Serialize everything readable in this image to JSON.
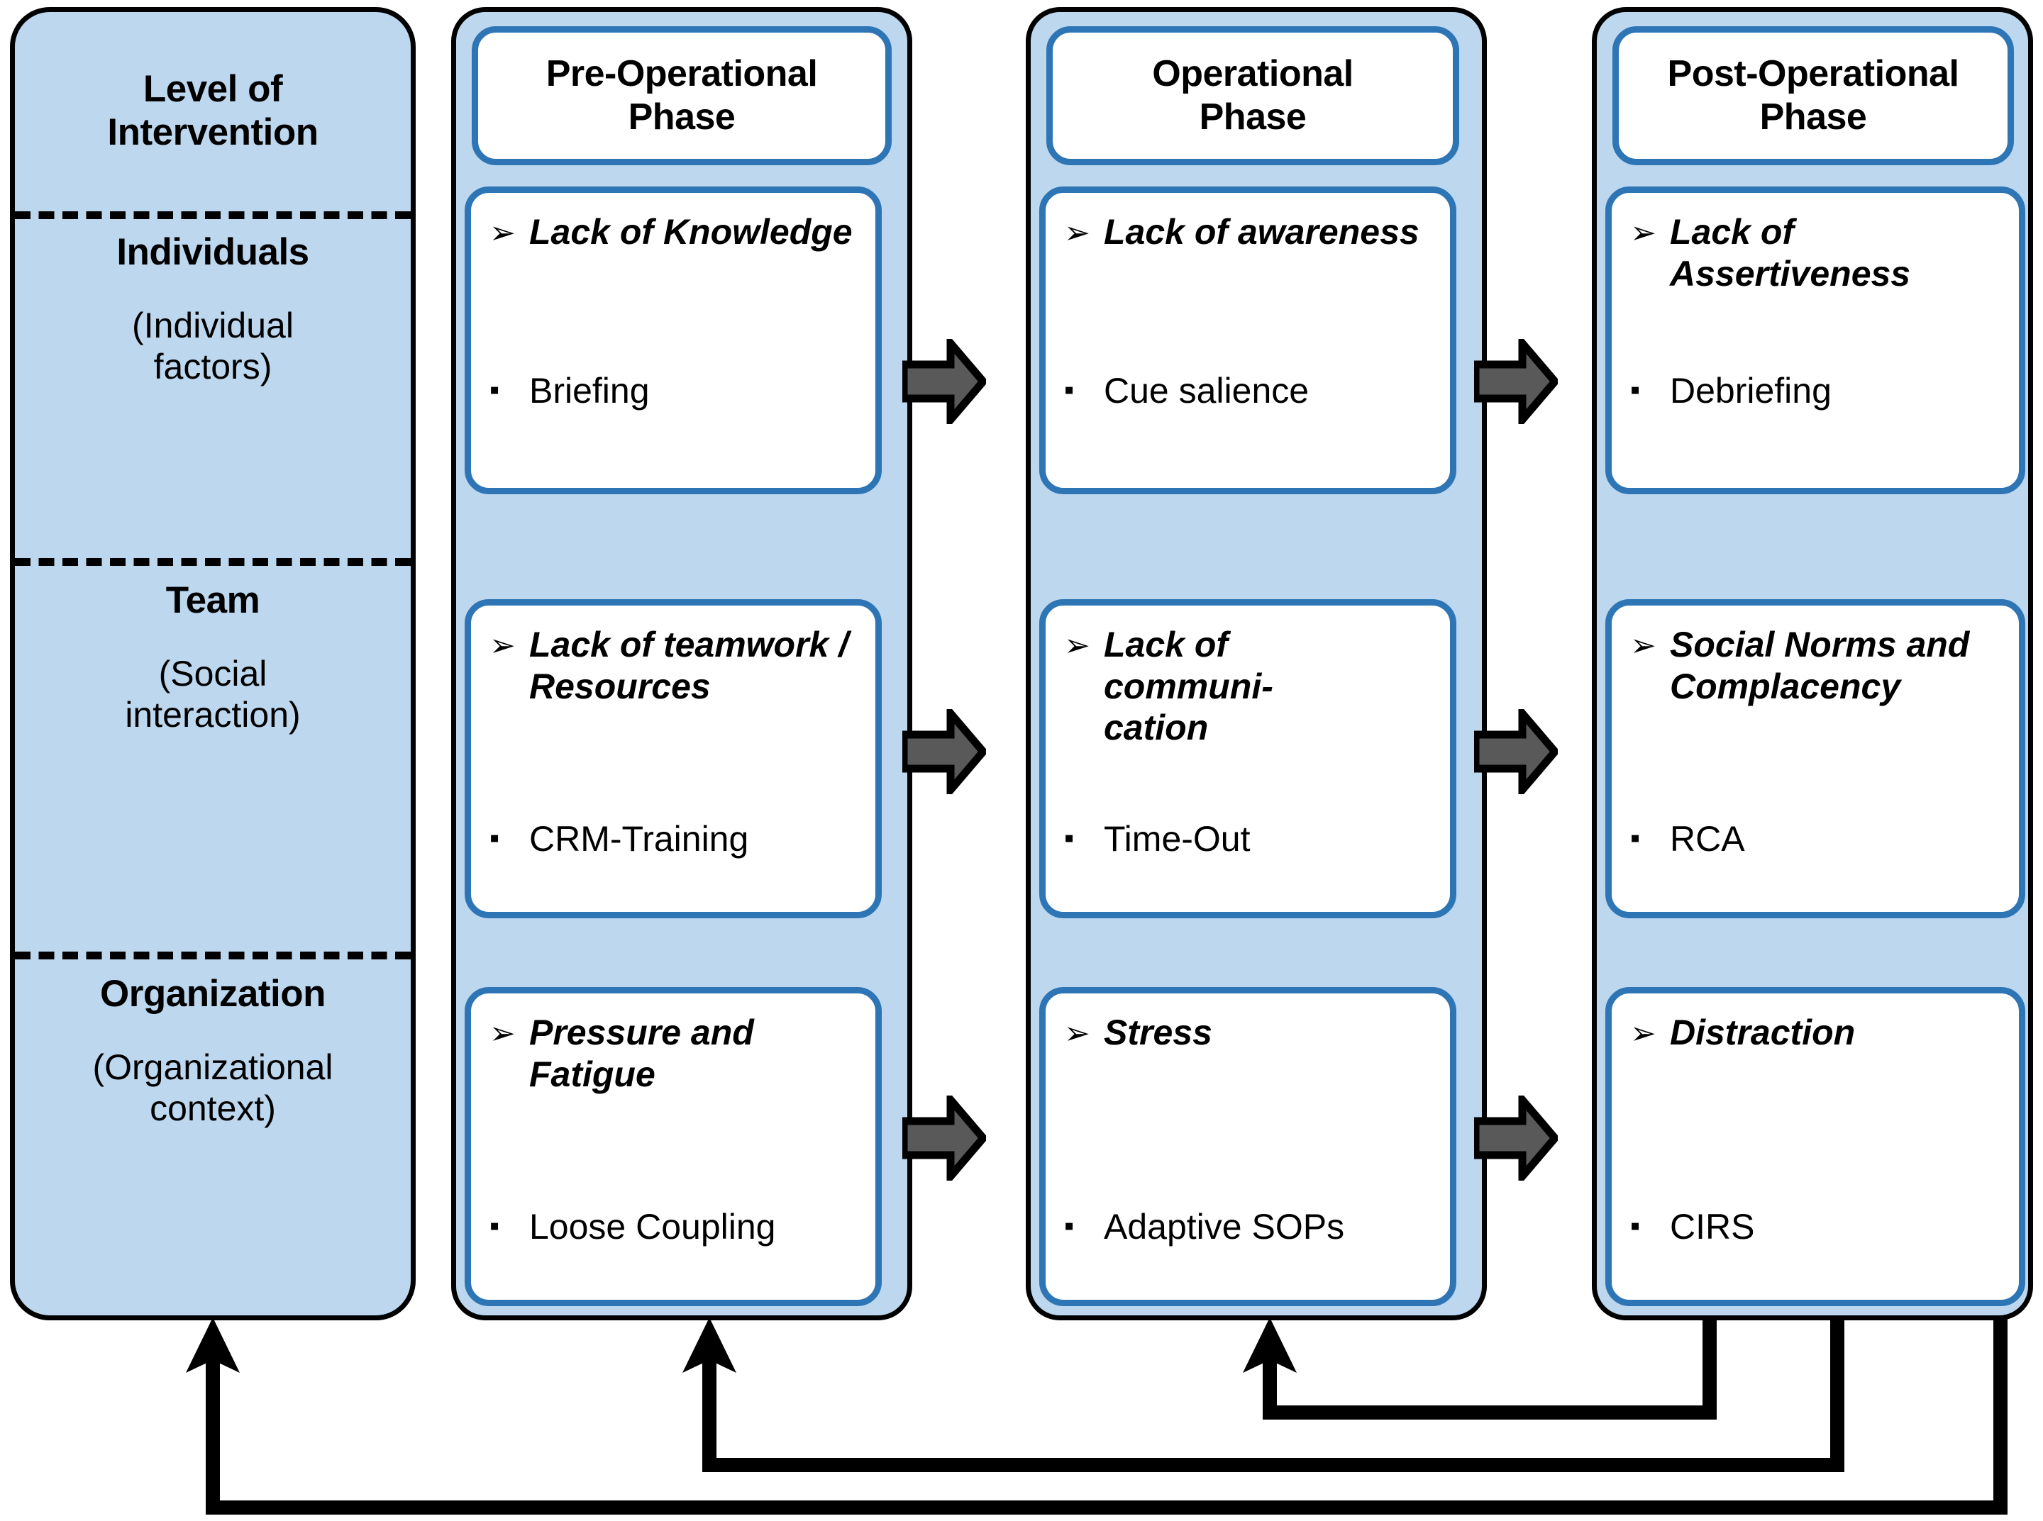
{
  "diagram": {
    "title": "Level of Intervention across Operational Phases",
    "colors": {
      "lane_fill": "#BDD7EE",
      "lane_border": "#000000",
      "card_border": "#2E75B6",
      "card_fill": "#FFFFFF",
      "arrow_fill": "#595959",
      "arrow_outline": "#000000",
      "feedback_line": "#000000"
    },
    "icons": {
      "issue_bullet": "➢",
      "measure_bullet": "▪"
    }
  },
  "levels": {
    "header": "Level of\nIntervention",
    "header_line1": "Level of",
    "header_line2": "Intervention",
    "rows": [
      {
        "title": "Individuals",
        "subtitle": "(Individual\nfactors)",
        "subtitle_line1": "(Individual",
        "subtitle_line2": "factors)"
      },
      {
        "title": "Team",
        "subtitle": "(Social\ninteraction)",
        "subtitle_line1": "(Social",
        "subtitle_line2": "interaction)"
      },
      {
        "title": "Organization",
        "subtitle": "(Organizational\ncontext)",
        "subtitle_line1": "(Organizational",
        "subtitle_line2": "context)"
      }
    ]
  },
  "phases": [
    {
      "id": "pre-operational",
      "header": "Pre-Operational\nPhase",
      "header_line1": "Pre-Operational",
      "header_line2": "Phase",
      "cards": [
        {
          "level": "Individuals",
          "issue": "Lack of Knowledge",
          "measure": "Briefing"
        },
        {
          "level": "Team",
          "issue": "Lack of teamwork / Resources",
          "measure": "CRM-Training"
        },
        {
          "level": "Organization",
          "issue": "Pressure and Fatigue",
          "measure": "Loose Coupling"
        }
      ]
    },
    {
      "id": "operational",
      "header": "Operational\nPhase",
      "header_line1": "Operational",
      "header_line2": "Phase",
      "cards": [
        {
          "level": "Individuals",
          "issue": "Lack of awareness",
          "measure": "Cue salience"
        },
        {
          "level": "Team",
          "issue": "Lack of communi-cation",
          "measure": "Time-Out"
        },
        {
          "level": "Organization",
          "issue": "Stress",
          "measure": "Adaptive SOPs"
        }
      ]
    },
    {
      "id": "post-operational",
      "header": "Post-Operational\nPhase",
      "header_line1": "Post-Operational",
      "header_line2": "Phase",
      "cards": [
        {
          "level": "Individuals",
          "issue": "Lack of Assertiveness",
          "measure": "Debriefing"
        },
        {
          "level": "Team",
          "issue": "Social Norms and Complacency",
          "measure": "RCA"
        },
        {
          "level": "Organization",
          "issue": "Distraction",
          "measure": "CIRS"
        }
      ]
    }
  ],
  "flow_arrows": [
    {
      "from": "pre-operational",
      "to": "operational",
      "row": "Individuals"
    },
    {
      "from": "operational",
      "to": "post-operational",
      "row": "Individuals"
    },
    {
      "from": "pre-operational",
      "to": "operational",
      "row": "Team"
    },
    {
      "from": "operational",
      "to": "post-operational",
      "row": "Team"
    },
    {
      "from": "pre-operational",
      "to": "operational",
      "row": "Organization"
    },
    {
      "from": "operational",
      "to": "post-operational",
      "row": "Organization"
    }
  ],
  "feedback_loops": [
    {
      "from": "post-operational",
      "to": "operational"
    },
    {
      "from": "post-operational",
      "to": "pre-operational"
    },
    {
      "from": "post-operational",
      "to": "levels"
    }
  ]
}
